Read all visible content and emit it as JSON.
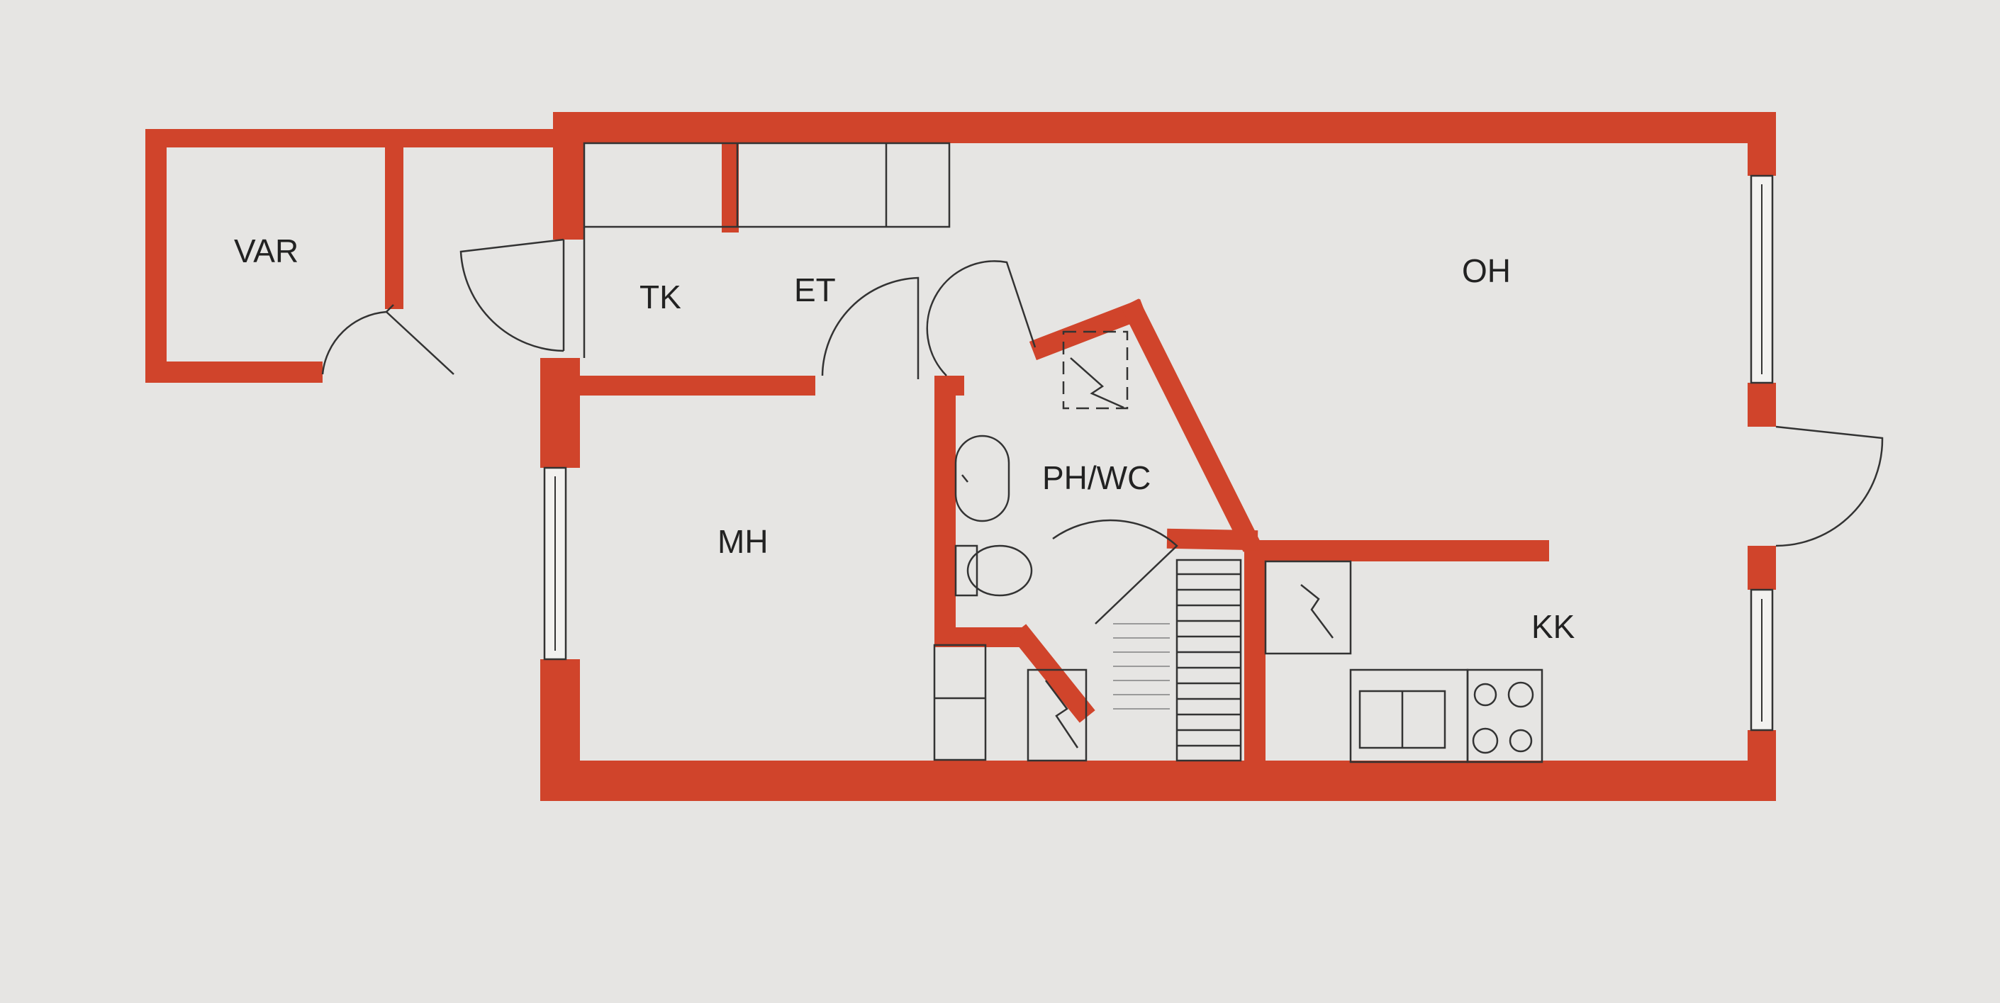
{
  "colors": {
    "paper": "#e6e5e3",
    "wall": "#d0442b",
    "line": "#333333"
  },
  "rooms": {
    "var": "VAR",
    "tk": "TK",
    "et": "ET",
    "oh": "OH",
    "phwc": "PH/WC",
    "mh": "MH",
    "kk": "KK"
  }
}
